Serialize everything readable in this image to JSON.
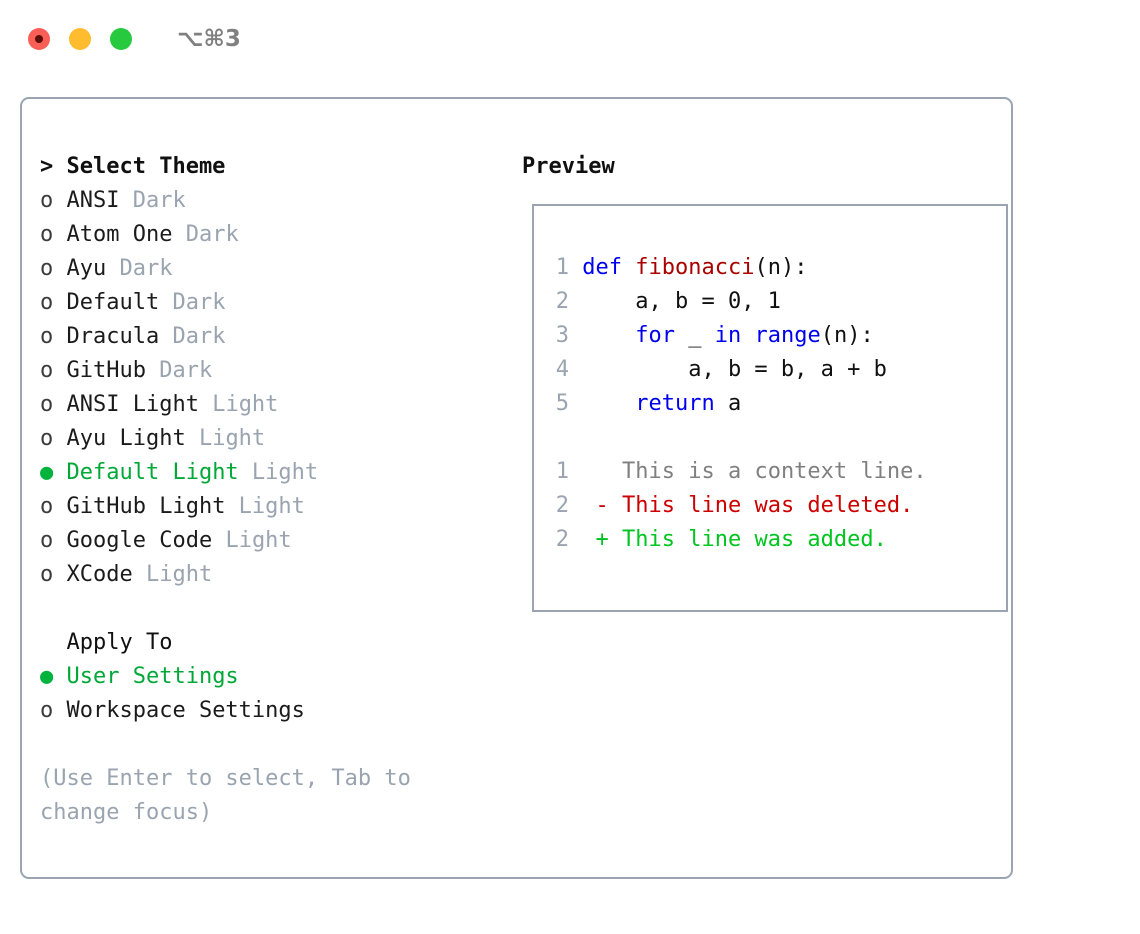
{
  "titlebar": {
    "shortcut": "⌥⌘3",
    "buttons": [
      "close",
      "minimize",
      "maximize"
    ]
  },
  "theme_panel": {
    "header": "> Select Theme",
    "items": [
      {
        "marker": "o",
        "label": "ANSI",
        "variant": "Dark",
        "selected": false
      },
      {
        "marker": "o",
        "label": "Atom One",
        "variant": "Dark",
        "selected": false
      },
      {
        "marker": "o",
        "label": "Ayu",
        "variant": "Dark",
        "selected": false
      },
      {
        "marker": "o",
        "label": "Default",
        "variant": "Dark",
        "selected": false
      },
      {
        "marker": "o",
        "label": "Dracula",
        "variant": "Dark",
        "selected": false
      },
      {
        "marker": "o",
        "label": "GitHub",
        "variant": "Dark",
        "selected": false
      },
      {
        "marker": "o",
        "label": "ANSI Light",
        "variant": "Light",
        "selected": false
      },
      {
        "marker": "o",
        "label": "Ayu Light",
        "variant": "Light",
        "selected": false
      },
      {
        "marker": "●",
        "label": "Default Light",
        "variant": "Light",
        "selected": true
      },
      {
        "marker": "o",
        "label": "GitHub Light",
        "variant": "Light",
        "selected": false
      },
      {
        "marker": "o",
        "label": "Google Code",
        "variant": "Light",
        "selected": false
      },
      {
        "marker": "o",
        "label": "XCode",
        "variant": "Light",
        "selected": false
      }
    ]
  },
  "apply_to": {
    "header": "  Apply To",
    "items": [
      {
        "marker": "●",
        "label": "User Settings",
        "selected": true
      },
      {
        "marker": "o",
        "label": "Workspace Settings",
        "selected": false
      }
    ]
  },
  "hint": "(Use Enter to select, Tab to change focus)",
  "preview": {
    "title": "Preview",
    "code_lines": [
      {
        "num": "1",
        "segments": [
          {
            "text": "def ",
            "kind": "kw"
          },
          {
            "text": "fibonacci",
            "kind": "fn"
          },
          {
            "text": "(n):",
            "kind": "txt"
          }
        ]
      },
      {
        "num": "2",
        "segments": [
          {
            "text": "    a, b = 0, 1",
            "kind": "txt"
          }
        ]
      },
      {
        "num": "3",
        "segments": [
          {
            "text": "    ",
            "kind": "txt"
          },
          {
            "text": "for",
            "kind": "kw"
          },
          {
            "text": " _ ",
            "kind": "txt"
          },
          {
            "text": "in",
            "kind": "kw"
          },
          {
            "text": " ",
            "kind": "txt"
          },
          {
            "text": "range",
            "kind": "kw"
          },
          {
            "text": "(n):",
            "kind": "txt"
          }
        ]
      },
      {
        "num": "4",
        "segments": [
          {
            "text": "        a, b = b, a + b",
            "kind": "txt"
          }
        ]
      },
      {
        "num": "5",
        "segments": [
          {
            "text": "    ",
            "kind": "txt"
          },
          {
            "text": "return",
            "kind": "kw"
          },
          {
            "text": " a",
            "kind": "txt"
          }
        ]
      }
    ],
    "diff_lines": [
      {
        "num": "1",
        "prefix": "  ",
        "text": "This is a context line.",
        "kind": "ctx"
      },
      {
        "num": "2",
        "prefix": "- ",
        "text": "This line was deleted.",
        "kind": "del"
      },
      {
        "num": "2",
        "prefix": "+ ",
        "text": "This line was added.",
        "kind": "add"
      }
    ]
  },
  "colors": {
    "border": "#9aa5b1",
    "selected_green": "#00b33c",
    "variant_gray": "#9aa4b0",
    "keyword_blue": "#0000ee",
    "function_red": "#aa0000",
    "diff_delete": "#cc0000",
    "diff_add": "#00c41f",
    "context_gray": "#808080",
    "traffic_red": "#fa5f57",
    "traffic_yellow": "#febc2e",
    "traffic_green": "#27c93f"
  }
}
